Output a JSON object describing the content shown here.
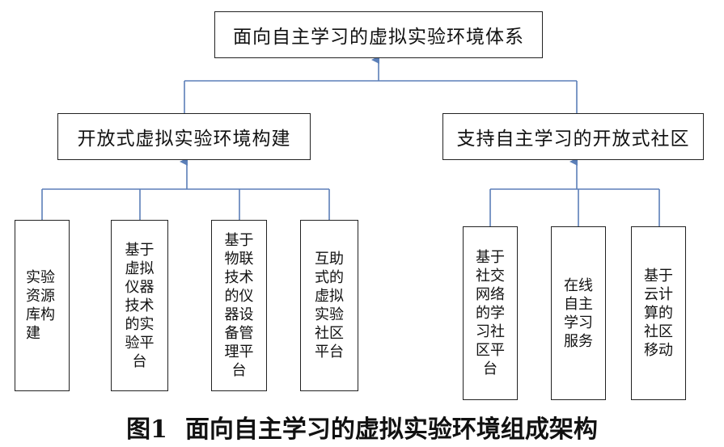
{
  "diagram": {
    "root": {
      "label": "面向自主学习的虚拟实验环境体系"
    },
    "branches": [
      {
        "label": "开放式虚拟实验环境构建",
        "children": [
          {
            "label": "实验资源库构建"
          },
          {
            "label": "基于虚拟仪器技术的实验平台"
          },
          {
            "label": "基于物联技术的仪器设备管理平台"
          },
          {
            "label": "互助式的虚拟实验社区平台"
          }
        ]
      },
      {
        "label": "支持自主学习的开放式社区",
        "children": [
          {
            "label": "基于社交网络的学习社区平台"
          },
          {
            "label": "在线自主学习服务"
          },
          {
            "label": "基于云计算的社区移动"
          }
        ]
      }
    ]
  },
  "caption": {
    "label": "图1",
    "title": "面向自主学习的虚拟实验环境组成架构"
  },
  "colors": {
    "connector": "#5b7fb8",
    "border": "#222222"
  }
}
